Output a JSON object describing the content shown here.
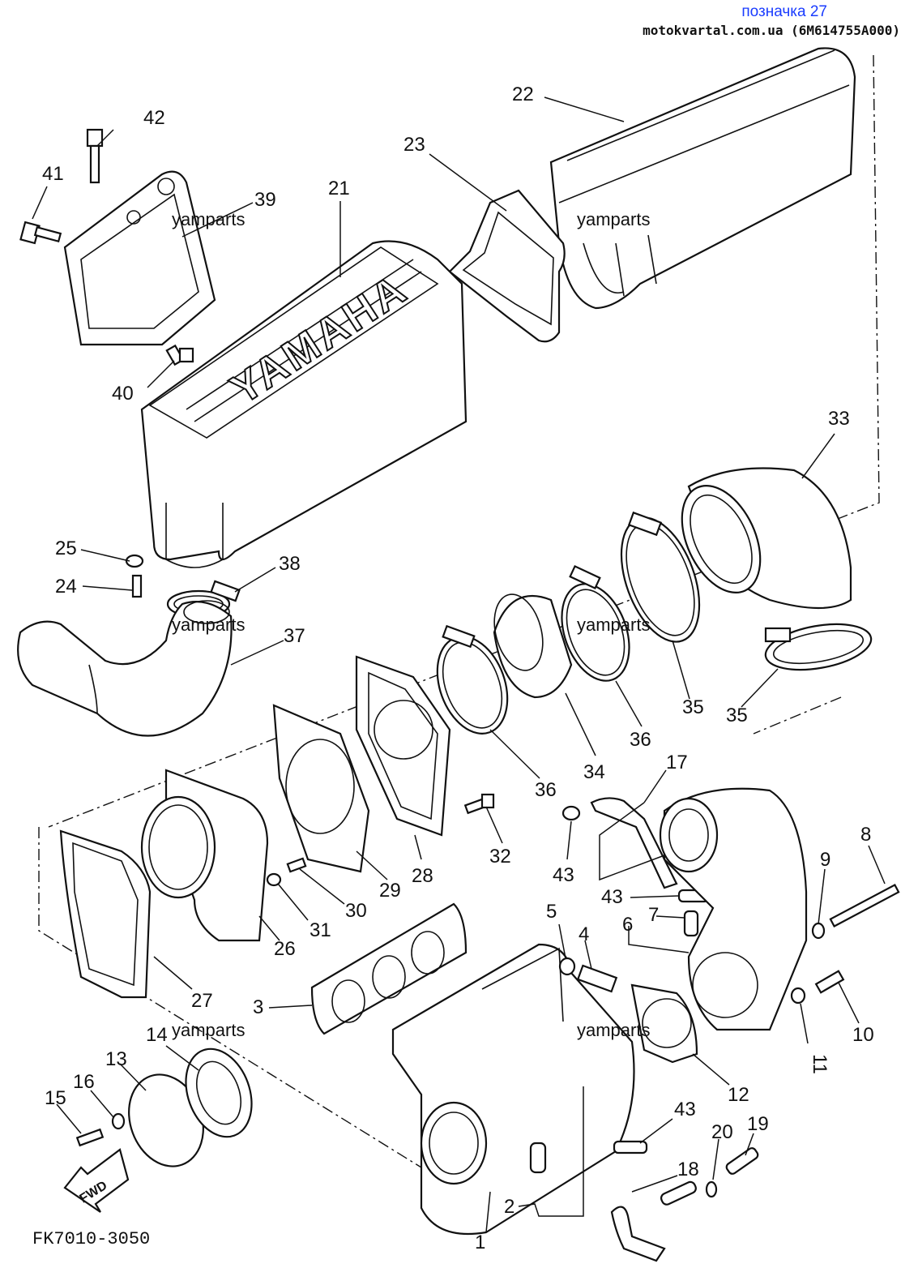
{
  "header": {
    "label": "позначка 27",
    "source": "motokvartal.com.ua (6M614755A000)"
  },
  "diagram_code": "FK7010-3050",
  "fwd_label": "FWD",
  "brand_text": "YAMAHA",
  "watermark": "yamparts",
  "callouts": {
    "n1": "1",
    "n2": "2",
    "n3": "3",
    "n4": "4",
    "n5": "5",
    "n6": "6",
    "n7": "7",
    "n8": "8",
    "n9": "9",
    "n10": "10",
    "n11": "11",
    "n12": "12",
    "n13": "13",
    "n14": "14",
    "n15": "15",
    "n16": "16",
    "n17": "17",
    "n18": "18",
    "n19": "19",
    "n20": "20",
    "n21": "21",
    "n22": "22",
    "n23": "23",
    "n24": "24",
    "n25": "25",
    "n26": "26",
    "n27": "27",
    "n28": "28",
    "n29": "29",
    "n30": "30",
    "n31": "31",
    "n32": "32",
    "n33": "33",
    "n34": "34",
    "n35": "35",
    "n36": "36",
    "n37": "37",
    "n38": "38",
    "n39": "39",
    "n40": "40",
    "n41": "41",
    "n42": "42",
    "n43": "43"
  }
}
